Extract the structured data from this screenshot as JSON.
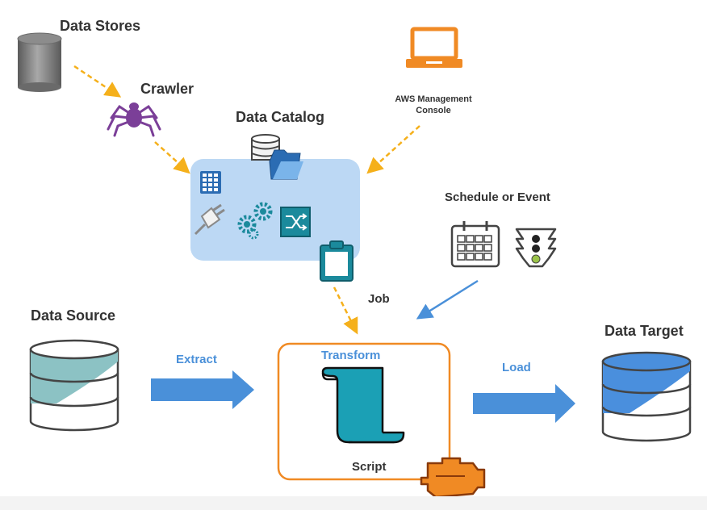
{
  "labels": {
    "data_stores": "Data Stores",
    "crawler": "Crawler",
    "data_catalog": "Data Catalog",
    "aws_console_line1": "AWS Management",
    "aws_console_line2": "Console",
    "schedule_or_event": "Schedule or Event",
    "job": "Job",
    "data_source": "Data Source",
    "extract": "Extract",
    "transform": "Transform",
    "script": "Script",
    "load": "Load",
    "data_target": "Data Target"
  },
  "colors": {
    "orange": "#f08a24",
    "arrow_yellow": "#f5b01b",
    "arrow_blue": "#4a90d9",
    "catalog_bg": "#bcd8f4",
    "teal": "#1ba0b5",
    "crawler_purple": "#7b3f98",
    "label_blue": "#4a90d9",
    "text_dark": "#333333"
  },
  "icons": [
    "database-icon",
    "spider-icon",
    "laptop-icon",
    "table-icon",
    "plug-icon",
    "gears-icon",
    "shuffle-icon",
    "folder-icon",
    "clipboard-icon",
    "calendar-icon",
    "traffic-light-icon",
    "scroll-icon",
    "engine-icon"
  ]
}
